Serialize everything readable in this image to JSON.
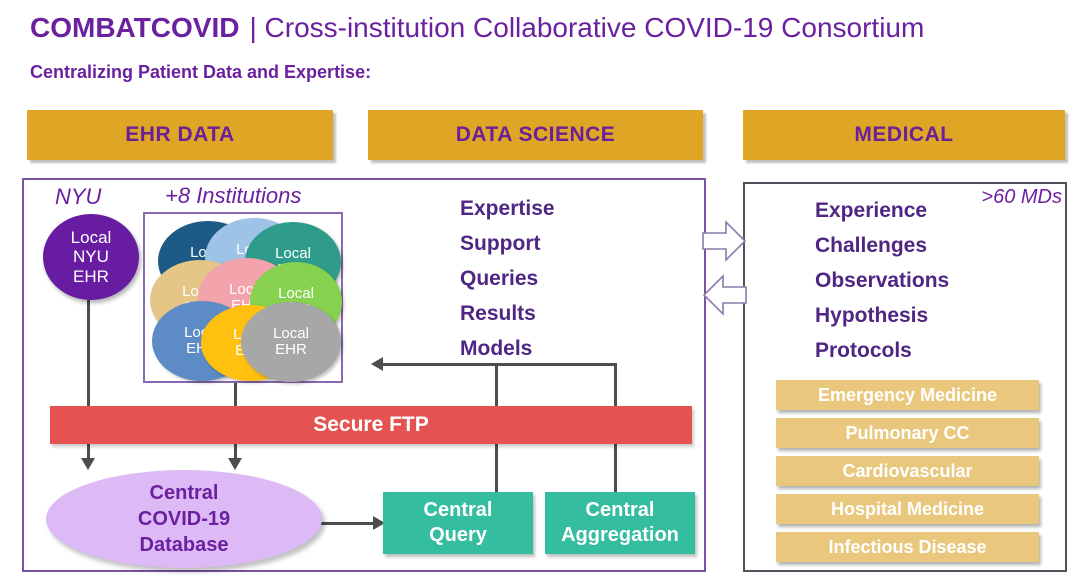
{
  "header": {
    "brand": "COMBATCOVID",
    "title_rest": "| Cross-institution Collaborative COVID-19 Consortium",
    "subtitle": "Centralizing Patient Data and Expertise:"
  },
  "column_headers": {
    "ehr": "EHR DATA",
    "data_science": "DATA SCIENCE",
    "medical": "MEDICAL"
  },
  "ehr_panel": {
    "nyu_label": "NYU",
    "institutions_label": "+8 Institutions",
    "nyu_ehr_text": "Local\nNYU\nEHR",
    "local_ehr_text": "Local\nEHR",
    "institution_colors": [
      "#1E5A86",
      "#9DC3E6",
      "#2F9C8B",
      "#E6C687",
      "#F2A3AC",
      "#86D24F",
      "#5C8BC5",
      "#FFC010",
      "#A7A7A7"
    ],
    "secure_ftp_label": "Secure FTP",
    "central_db_text": "Central\nCOVID-19\nDatabase",
    "central_query_text": "Central\nQuery",
    "central_aggregation_text": "Central\nAggregation"
  },
  "data_science_panel": {
    "items": [
      "Expertise",
      "Support",
      "Queries",
      "Results",
      "Models"
    ]
  },
  "medical_panel": {
    "mds_label": ">60 MDs",
    "items": [
      "Experience",
      "Challenges",
      "Observations",
      "Hypothesis",
      "Protocols"
    ],
    "specialties": [
      "Emergency Medicine",
      "Pulmonary CC",
      "Cardiovascular",
      "Hospital Medicine",
      "Infectious Disease"
    ]
  },
  "colors": {
    "purple_text": "#6B219F",
    "deep_purple_ellipse": "#671CA1",
    "gold_bar": "#DFA524",
    "light_gold_button": "#E9C77D",
    "secure_ftp_red": "#E45352",
    "teal_box": "#35BD9F",
    "lavender_ellipse": "#DDB9F6",
    "connector_gray": "#4D4D4D"
  }
}
